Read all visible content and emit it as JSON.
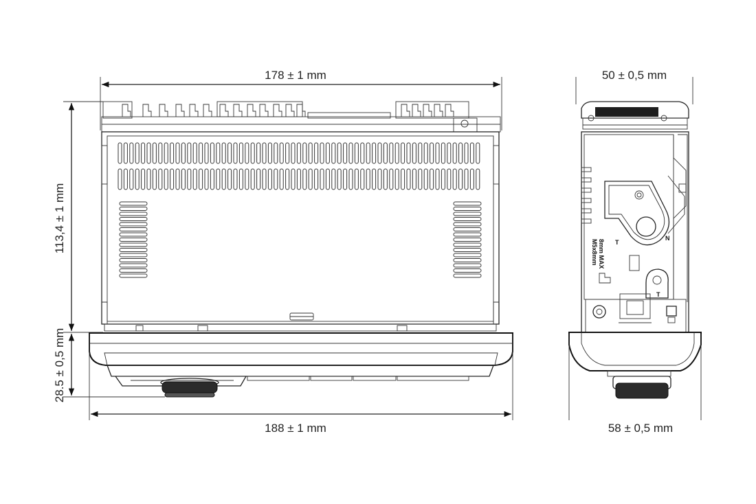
{
  "dimensions": {
    "top_width": "178 ± 1 mm",
    "bottom_width": "188 ± 1 mm",
    "height": "113,4 ± 1 mm",
    "front_depth": "28.5 ± 0,5 mm",
    "side_top_width": "50 ± 0,5 mm",
    "side_bottom_width": "58 ± 0,5 mm"
  },
  "side_markings": {
    "t_upper": "T",
    "n": "N",
    "t_lower": "T",
    "screw_spec_1": "8mm MAX",
    "screw_spec_2": "M5x8mm"
  },
  "colors": {
    "line": "#222222",
    "front_panel_fill": "#f2f2f2",
    "knob_fill": "#2b2b2b"
  }
}
